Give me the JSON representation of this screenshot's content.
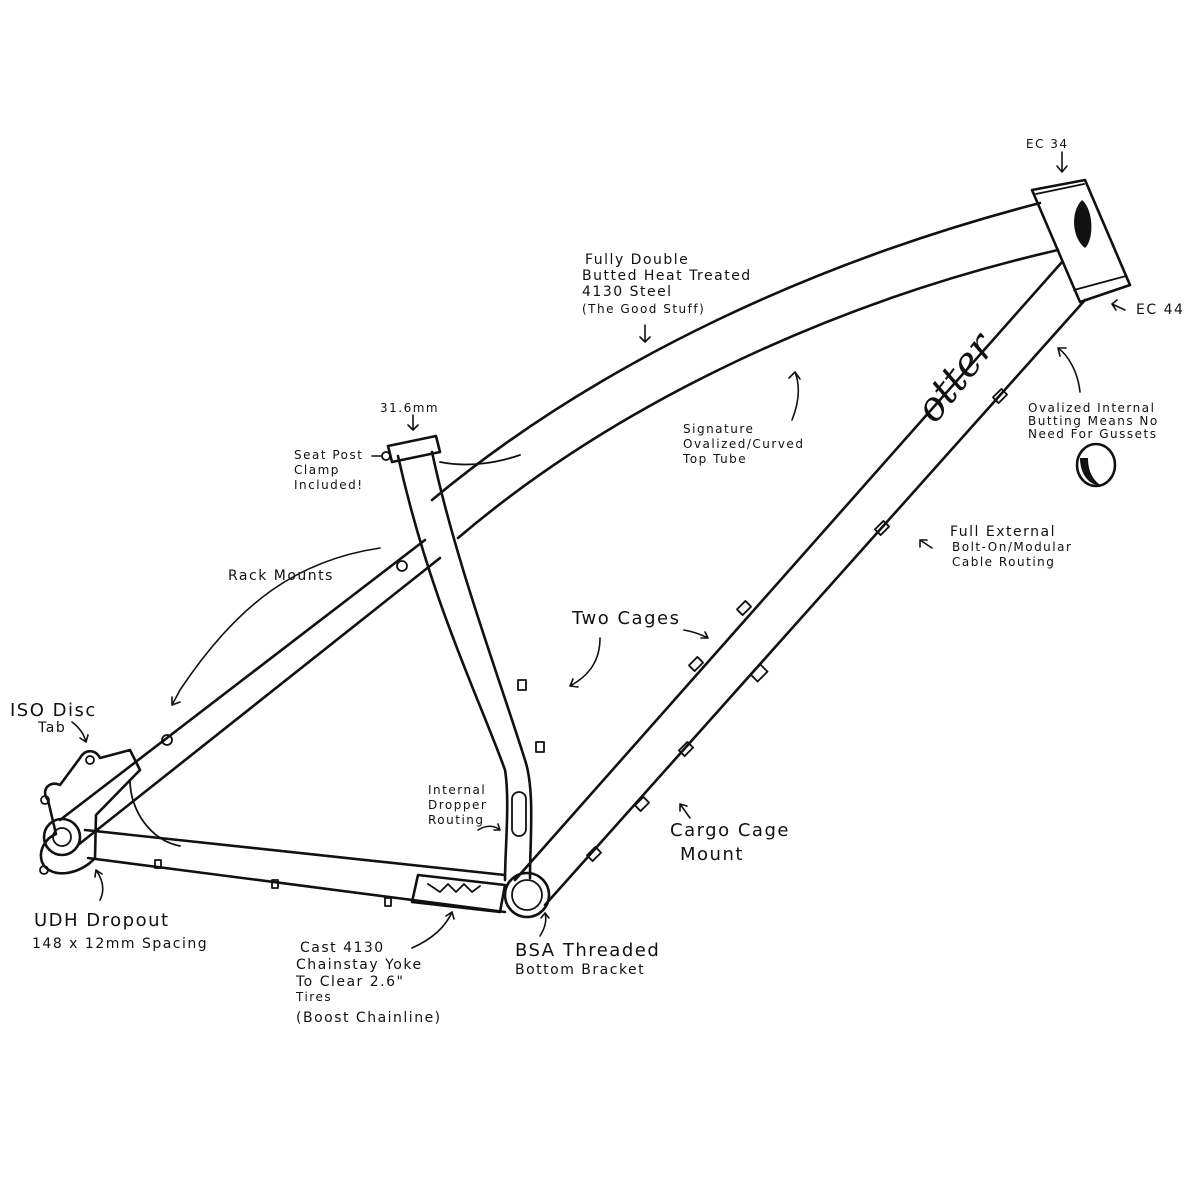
{
  "labels": {
    "ec34": "EC 34",
    "ec44": "EC 44",
    "tubing": [
      "Fully Double",
      "Butted Heat Treated",
      "4130 Steel",
      "(The Good Stuff)"
    ],
    "post_size": "31.6mm",
    "seat_clamp": [
      "Seat Post",
      "Clamp",
      "Included!"
    ],
    "top_tube": [
      "Signature",
      "Ovalized/Curved",
      "Top Tube"
    ],
    "ovalized": [
      "Ovalized Internal",
      "Butting Means No",
      "Need For Gussets"
    ],
    "cable_routing": [
      "Full External",
      "Bolt-On/Modular",
      "Cable Routing"
    ],
    "rack_mounts": "Rack Mounts",
    "two_cages": "Two Cages",
    "iso_disc": [
      "ISO Disc",
      "Tab"
    ],
    "dropper": [
      "Internal",
      "Dropper",
      "Routing"
    ],
    "cargo": [
      "Cargo Cage",
      "Mount"
    ],
    "udh": [
      "UDH Dropout",
      "148 x 12mm Spacing"
    ],
    "yoke": [
      "Cast 4130",
      "Chainstay Yoke",
      "To Clear 2.6\"",
      "Tires",
      "(Boost Chainline)"
    ],
    "bb": [
      "BSA Threaded",
      "Bottom Bracket"
    ],
    "logo": "otter"
  },
  "colors": {
    "ink": "#111111",
    "paper": "#ffffff"
  }
}
